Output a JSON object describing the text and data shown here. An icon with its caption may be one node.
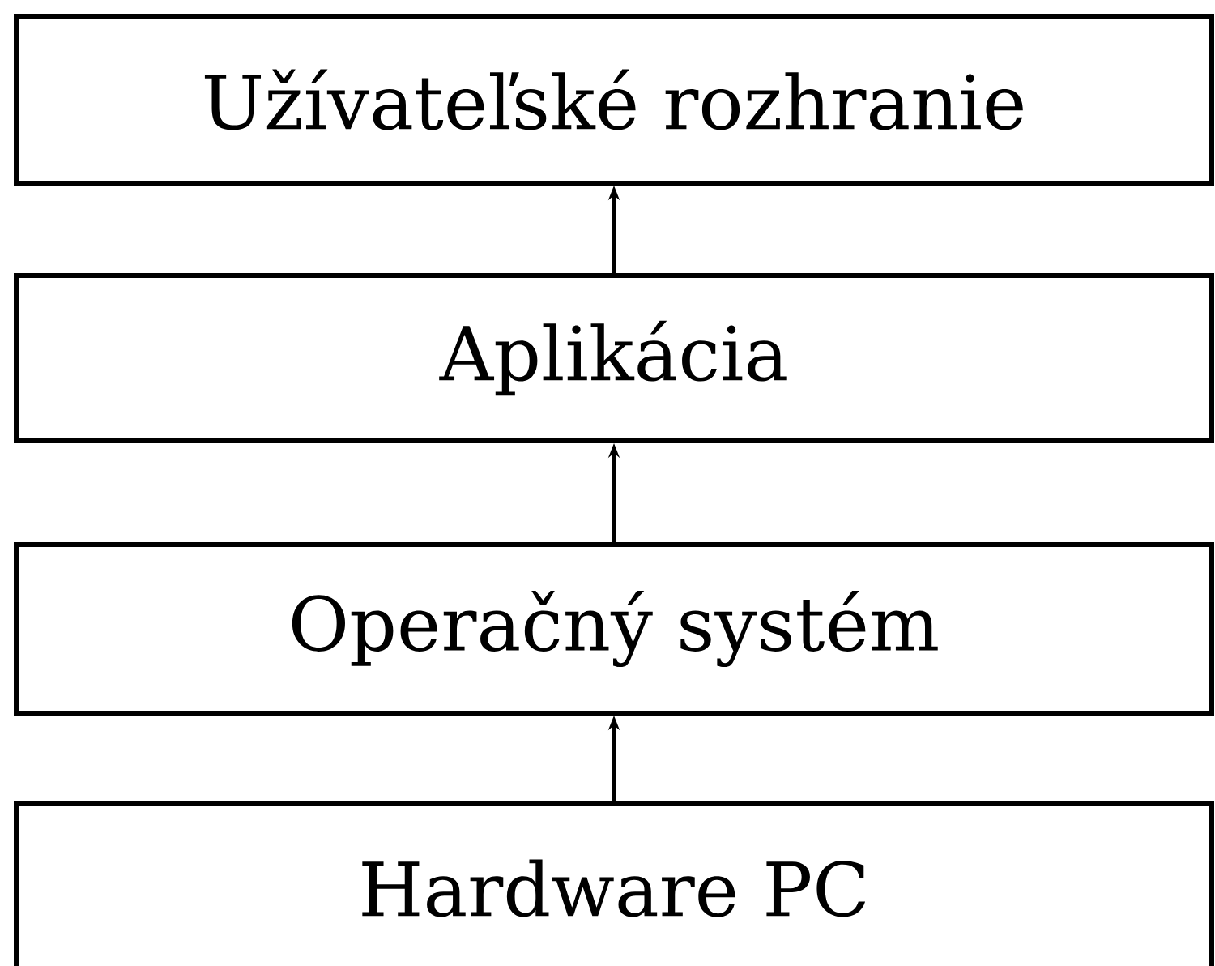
{
  "diagram": {
    "nodes": [
      {
        "text": [
          "Užívateľské rozhranie"
        ]
      },
      {
        "text": [
          "Aplikácia"
        ]
      },
      {
        "text": [
          "Operačný systém"
        ]
      },
      {
        "text": [
          "Hardware PC"
        ]
      }
    ],
    "edges": [
      {
        "from": 1,
        "to": 0,
        "arrow": "to"
      },
      {
        "from": 2,
        "to": 1,
        "arrow": "to"
      },
      {
        "from": 3,
        "to": 2,
        "arrow": "to"
      }
    ]
  }
}
